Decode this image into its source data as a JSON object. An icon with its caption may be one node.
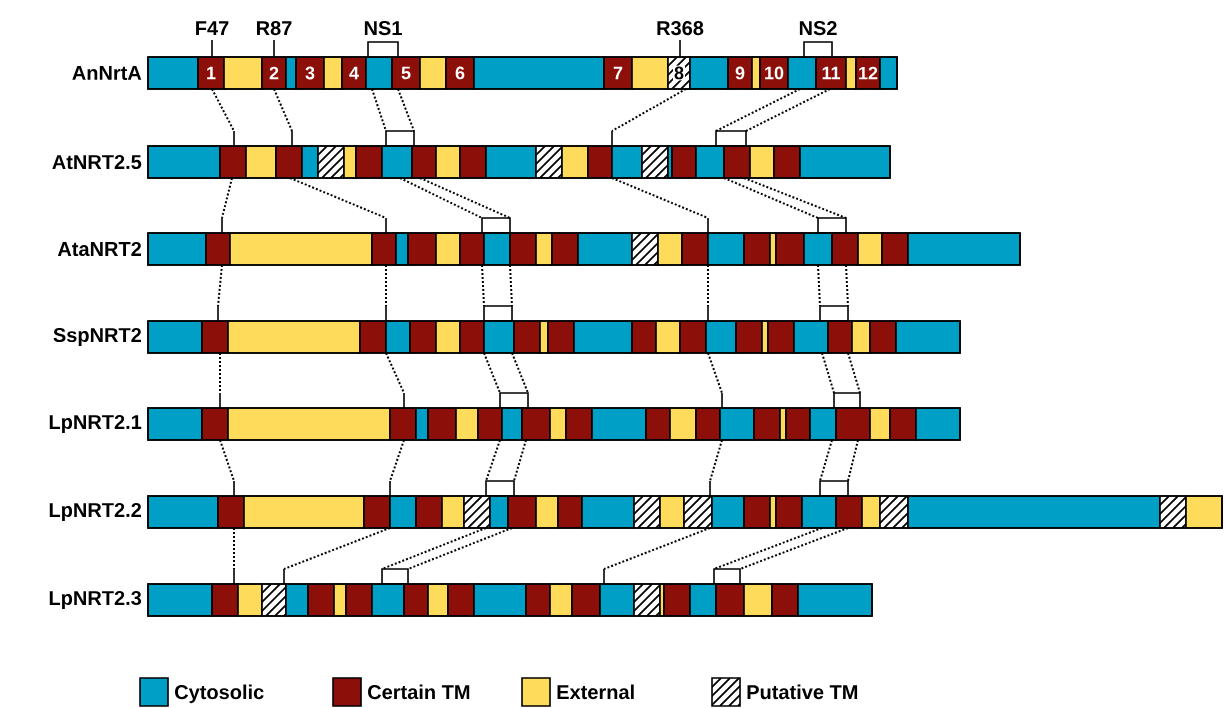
{
  "diagram": {
    "labels": [
      "F47",
      "R87",
      "NS1",
      "R368",
      "NS2",
      "AnNrtA",
      "1",
      "2",
      "3",
      "4",
      "5",
      "6",
      "7",
      "8",
      "9",
      "10",
      "11",
      "12",
      "AtNRT2.5",
      "AtaNRT2",
      "SspNRT2",
      "LpNRT2.1",
      "LpNRT2.2",
      "LpNRT2.3"
    ],
    "legend": [
      {
        "text": "Cytosolic",
        "color": "#009fc6"
      },
      {
        "text": "Certain TM",
        "color": "#8c1009"
      },
      {
        "text": "External",
        "color": "#fedb5b"
      },
      {
        "text": "Putative TM"
      }
    ]
  }
}
